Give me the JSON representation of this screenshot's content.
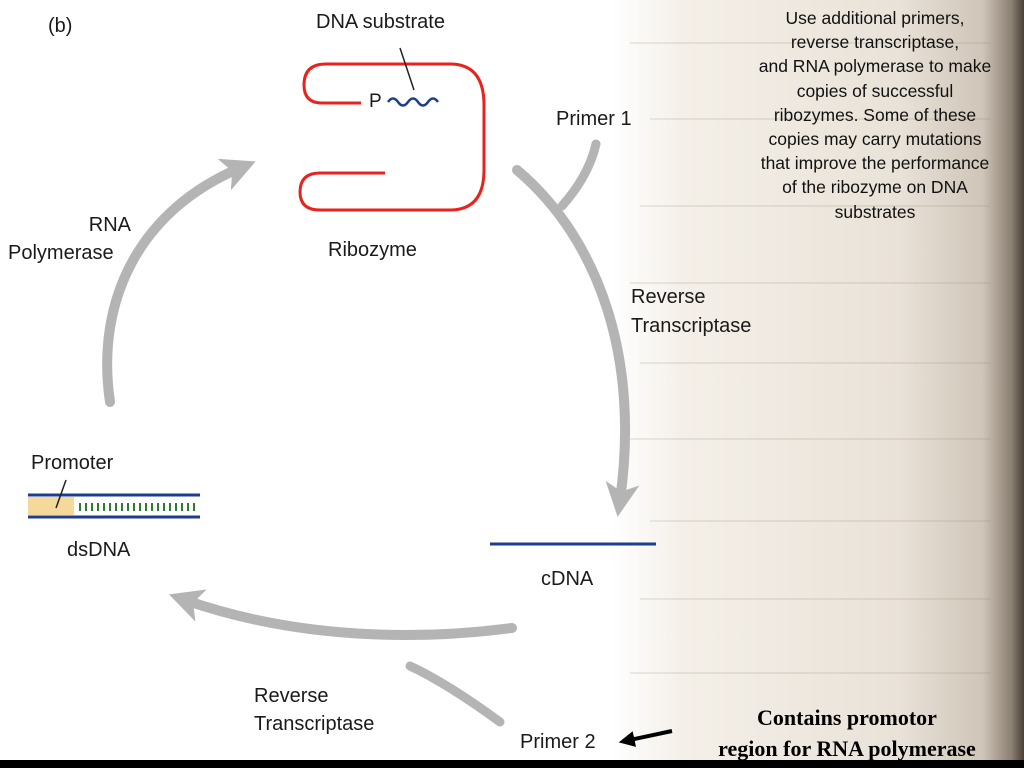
{
  "panel_label": "(b)",
  "ribozyme": {
    "substrate_label": "DNA substrate",
    "phosphate_label": "P",
    "ribozyme_label": "Ribozyme"
  },
  "steps": {
    "primer1": "Primer 1",
    "rt_top_line1": "Reverse",
    "rt_top_line2": "Transcriptase",
    "cdna": "cDNA",
    "rt_bottom_line1": "Reverse",
    "rt_bottom_line2": "Transcriptase",
    "primer2": "Primer 2",
    "rnap_line1": "RNA",
    "rnap_line2": "Polymerase"
  },
  "dsdna": {
    "promoter_label": "Promoter",
    "dsdna_label": "dsDNA"
  },
  "note_lines": [
    "Use additional primers,",
    "reverse transcriptase,",
    "and RNA polymerase to make",
    "copies of successful",
    "ribozymes. Some of these",
    "copies may carry mutations",
    "that improve the performance",
    "of the ribozyme on DNA",
    "substrates"
  ],
  "callout": {
    "line1": "Contains promotor",
    "line2": "region for RNA polymerase"
  },
  "colors": {
    "ribozyme": "#e8231e",
    "dna_strand": "#1d3d8f",
    "promoter_box": "#f5d99a",
    "base_pairs": "#2e7d32",
    "arrows": "#b4b4b4"
  }
}
